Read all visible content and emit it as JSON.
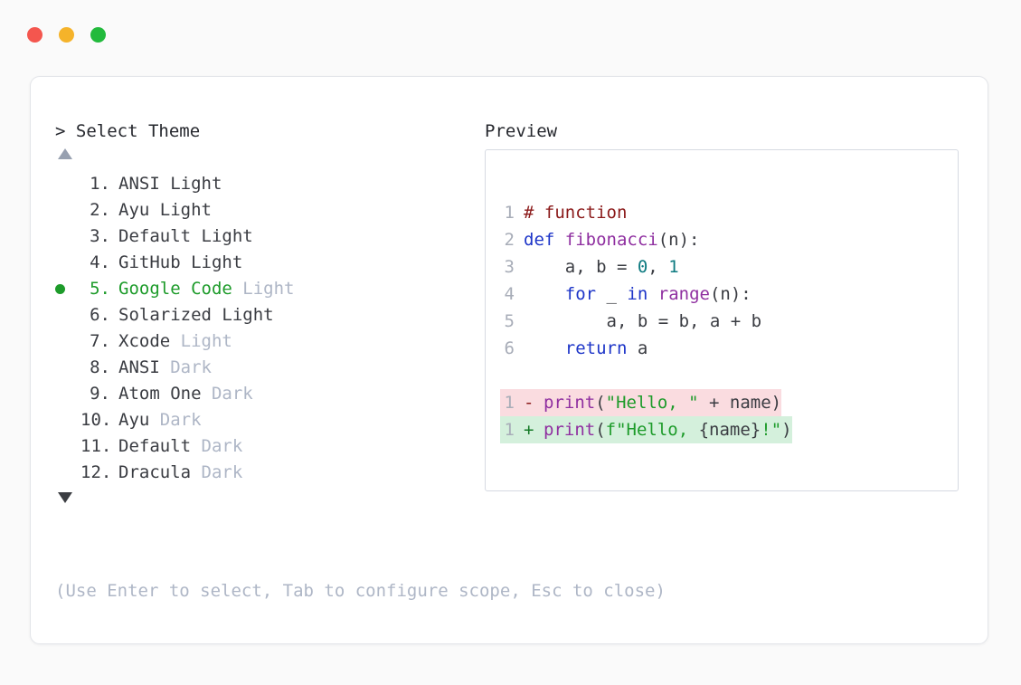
{
  "window": {
    "buttons": [
      {
        "name": "close",
        "color": "#f4564e"
      },
      {
        "name": "minimize",
        "color": "#f5b32a"
      },
      {
        "name": "maximize",
        "color": "#22ba3c"
      }
    ]
  },
  "prompt": {
    "text": "> Select Theme"
  },
  "scroll": {
    "up_glyph": "▲",
    "down_glyph": "▼"
  },
  "themes": [
    {
      "num": "1.",
      "name": "ANSI Light",
      "variant": "",
      "selected": false
    },
    {
      "num": "2.",
      "name": "Ayu Light",
      "variant": "",
      "selected": false
    },
    {
      "num": "3.",
      "name": "Default Light",
      "variant": "",
      "selected": false
    },
    {
      "num": "4.",
      "name": "GitHub Light",
      "variant": "",
      "selected": false
    },
    {
      "num": "5.",
      "name": "Google Code",
      "variant": "Light",
      "selected": true
    },
    {
      "num": "6.",
      "name": "Solarized Light",
      "variant": "",
      "selected": false
    },
    {
      "num": "7.",
      "name": "Xcode",
      "variant": "Light",
      "selected": false
    },
    {
      "num": "8.",
      "name": "ANSI",
      "variant": "Dark",
      "selected": false
    },
    {
      "num": "9.",
      "name": "Atom One",
      "variant": "Dark",
      "selected": false
    },
    {
      "num": "10.",
      "name": "Ayu",
      "variant": "Dark",
      "selected": false
    },
    {
      "num": "11.",
      "name": "Default",
      "variant": "Dark",
      "selected": false
    },
    {
      "num": "12.",
      "name": "Dracula",
      "variant": "Dark",
      "selected": false
    }
  ],
  "preview": {
    "heading": "Preview",
    "code_lines": [
      {
        "number": "1",
        "tokens": [
          {
            "t": "# function",
            "c": "comment"
          }
        ]
      },
      {
        "number": "2",
        "tokens": [
          {
            "t": "def ",
            "c": "keyword"
          },
          {
            "t": "fibonacci",
            "c": "func"
          },
          {
            "t": "(n):",
            "c": "plain"
          }
        ]
      },
      {
        "number": "3",
        "tokens": [
          {
            "t": "    a, b = ",
            "c": "plain"
          },
          {
            "t": "0",
            "c": "number"
          },
          {
            "t": ", ",
            "c": "plain"
          },
          {
            "t": "1",
            "c": "number"
          }
        ]
      },
      {
        "number": "4",
        "tokens": [
          {
            "t": "    ",
            "c": "plain"
          },
          {
            "t": "for",
            "c": "keyword"
          },
          {
            "t": " _ ",
            "c": "plain"
          },
          {
            "t": "in",
            "c": "keyword"
          },
          {
            "t": " ",
            "c": "plain"
          },
          {
            "t": "range",
            "c": "func"
          },
          {
            "t": "(n):",
            "c": "plain"
          }
        ]
      },
      {
        "number": "5",
        "tokens": [
          {
            "t": "        a, b = b, a + b",
            "c": "plain"
          }
        ]
      },
      {
        "number": "6",
        "tokens": [
          {
            "t": "    ",
            "c": "plain"
          },
          {
            "t": "return",
            "c": "keyword"
          },
          {
            "t": " a",
            "c": "plain"
          }
        ]
      }
    ],
    "diff": [
      {
        "number": "1",
        "mark": "-",
        "kind": "del",
        "tokens": [
          {
            "t": "print",
            "c": "func"
          },
          {
            "t": "(",
            "c": "plain"
          },
          {
            "t": "\"Hello, \"",
            "c": "string"
          },
          {
            "t": " + name)",
            "c": "plain"
          }
        ]
      },
      {
        "number": "1",
        "mark": "+",
        "kind": "add",
        "tokens": [
          {
            "t": "print",
            "c": "func"
          },
          {
            "t": "(",
            "c": "plain"
          },
          {
            "t": "f\"Hello, ",
            "c": "string"
          },
          {
            "t": "{name}",
            "c": "plain"
          },
          {
            "t": "!\"",
            "c": "string"
          },
          {
            "t": ")",
            "c": "plain"
          }
        ]
      }
    ]
  },
  "footer": {
    "hint": "(Use Enter to select, Tab to configure scope, Esc to close)"
  }
}
